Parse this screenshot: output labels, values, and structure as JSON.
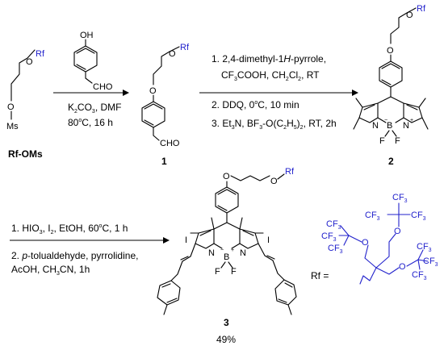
{
  "compounds": {
    "rf_oms": {
      "label": "Rf-OMs",
      "atoms": {
        "rf": "Rf",
        "o_top": "O",
        "o_bottom": "O",
        "ms": "Ms"
      }
    },
    "phenol": {
      "atoms": {
        "oh": "OH",
        "cho": "CHO"
      }
    },
    "c1": {
      "label": "1",
      "atoms": {
        "rf": "Rf",
        "o_chain": "O",
        "o_ether": "O",
        "cho": "CHO"
      }
    },
    "c2": {
      "label": "2",
      "atoms": {
        "rf": "Rf",
        "o_chain": "O",
        "o_ether": "O",
        "n_left": "N",
        "n_right": "N",
        "b": "B",
        "f_left": "F",
        "f_right": "F",
        "minus": "−",
        "plus": "+"
      }
    },
    "c3": {
      "label": "3",
      "yield": "49%",
      "atoms": {
        "rf": "Rf",
        "o_chain": "O",
        "o_ether": "O",
        "n_left": "N",
        "n_right": "N",
        "b": "B",
        "f_left": "F",
        "f_right": "F",
        "i_left": "I",
        "i_right": "I",
        "minus": "−",
        "plus": "+"
      }
    },
    "rf_def": {
      "label": "Rf =",
      "cf3": "CF",
      "sub3": "3",
      "o": "O"
    }
  },
  "steps": {
    "step1": {
      "line1_pre": "K",
      "line1_sub": "2",
      "line1_mid": "CO",
      "line1_sub2": "3",
      "line1_post": ", DMF",
      "line2_pre": "80",
      "line2_sup": "o",
      "line2_post": "C, 16 h"
    },
    "step2": {
      "l1": "1. 2,4-dimethyl-1",
      "l1_italic": "H",
      "l1_end": "-pyrrole,",
      "l2_a": "CF",
      "l2_a_sub": "3",
      "l2_b": "COOH, CH",
      "l2_b_sub": "2",
      "l2_c": "Cl",
      "l2_c_sub": "2",
      "l2_d": ", RT",
      "l3_a": "2. DDQ, 0",
      "l3_sup": "o",
      "l3_b": "C, 10 min",
      "l4_a": "3. Et",
      "l4_a_sub": "3",
      "l4_b": "N, BF",
      "l4_b_sub": "3",
      "l4_c": "-O(C",
      "l4_c_sub": "2",
      "l4_d": "H",
      "l4_d_sub": "5",
      "l4_e": ")",
      "l4_e_sub": "2",
      "l4_f": ", RT, 2h"
    },
    "step3": {
      "l1_a": "1. HIO",
      "l1_a_sub": "3",
      "l1_b": ", I",
      "l1_b_sub": "2",
      "l1_c": ", EtOH, 60",
      "l1_sup": "o",
      "l1_d": "C, 1 h",
      "l2_a": "2. ",
      "l2_italic": "p",
      "l2_b": "-tolualdehyde, pyrrolidine,",
      "l3_a": "AcOH, CH",
      "l3_a_sub": "3",
      "l3_b": "CN, 1h"
    }
  }
}
